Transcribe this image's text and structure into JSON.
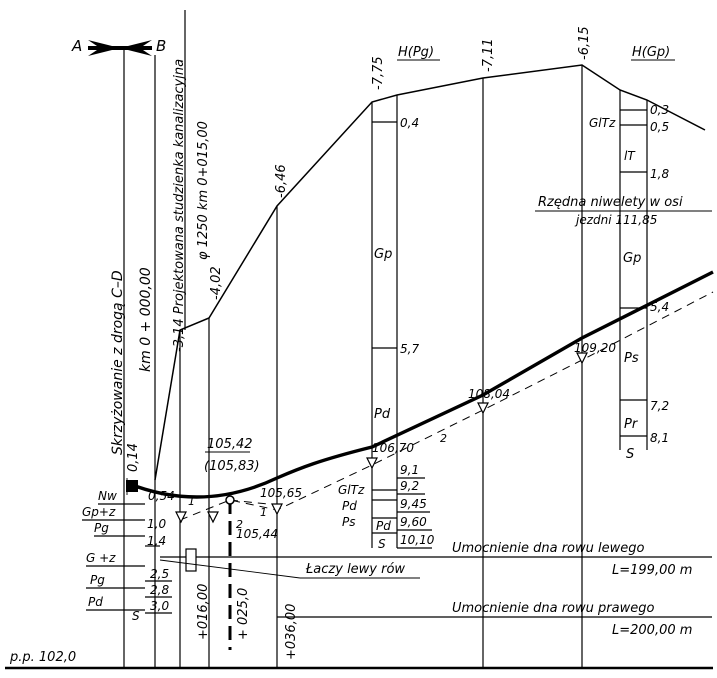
{
  "header": {
    "section_left": "A",
    "section_right": "B",
    "crossing_text": "Skrzyżowanie z drogą  C–D",
    "crossing_km": "km  0 + 000,00",
    "manhole_text": "-3,14  Projektowana studzienka kanalizacyjna",
    "manhole_spec": "φ 1250  km 0+015,00"
  },
  "surface_points": [
    "-4,02",
    "-6,46",
    "-7,75",
    "-7,11",
    "-6,15"
  ],
  "boreholes": {
    "pg_title": "H(Pg)",
    "pg_top_depth": "0,4",
    "pg_mid_layer": "Gp",
    "pg_depth_2": "5,7",
    "pg_bottom_layer": "Pd",
    "gp_title": "H(Gp)",
    "gp_depth_1": "0,3",
    "gp_layer_1": "GlTz",
    "gp_depth_2": "0,5",
    "gp_layer_2": "lT",
    "gp_depth_3": "1,8",
    "gp_layer_3": "Gp",
    "gp_depth_4": "5,4",
    "gp_layer_4": "Ps",
    "gp_depth_5": "7,2",
    "gp_layer_5": "Pr",
    "gp_depth_6": "8,1",
    "gp_bottom": "S"
  },
  "note": {
    "line1": "Rzędna niwelety w osi",
    "line2": "jezdni 111,85"
  },
  "elevations": {
    "e1": "105,42",
    "e2": "(105,83)",
    "e3": "105,65",
    "e4": "105,44",
    "e5": "106,70",
    "e6": "108,04",
    "e7": "109,20",
    "left_depth": "0,14",
    "left_depth_b": "0,54"
  },
  "left_column": {
    "layers": [
      "Nw",
      "Gp+z",
      "Pg",
      "G +z",
      "Pg",
      "Pd",
      "S"
    ],
    "depths": [
      "1,0",
      "1,4",
      "2,5",
      "2,8",
      "3,0"
    ]
  },
  "mid_column": {
    "layers": [
      "GlTz",
      "Pd",
      "Ps",
      "Pd",
      "S"
    ],
    "depths": [
      "9,1",
      "9,2",
      "9,45",
      "9,60",
      "10,10"
    ]
  },
  "ditch": {
    "left_label": "Umocnienie  dna rowu lewego",
    "left_length": "L=199,00 m",
    "right_label": "Umocnienie  dna rowu prawego",
    "right_length": "L=200,00 m",
    "callout": "Łaczy lewy rów"
  },
  "stations": [
    "+016,00",
    "+ 025,0",
    "+036,00"
  ],
  "datum": "p.p. 102,0",
  "line_tags": {
    "a": "1",
    "b": "1",
    "c": "2",
    "d": "2"
  }
}
